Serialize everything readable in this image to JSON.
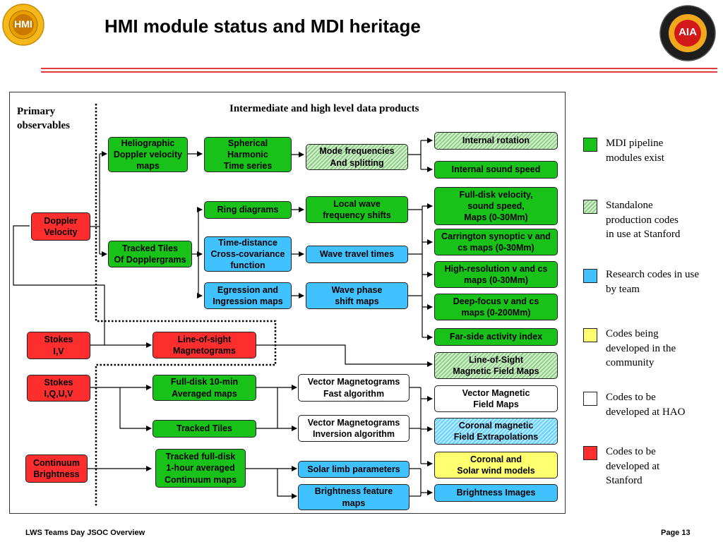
{
  "title": "HMI module status and MDI heritage",
  "logos": {
    "left_text": "HMI",
    "right_text": "AIA"
  },
  "labels": {
    "primary": "Primary\nobservables",
    "intermediate": "Intermediate and high level data products"
  },
  "boxes": {
    "doppler_velocity": "Doppler\nVelocity",
    "stokes_iv": "Stokes\nI,V",
    "stokes_iquv": "Stokes\nI,Q,U,V",
    "continuum_brightness": "Continuum\nBrightness",
    "heliographic": "Heliographic\nDoppler velocity\nmaps",
    "tracked_tiles_doppler": "Tracked Tiles\nOf Dopplergrams",
    "los_magnetograms": "Line-of-sight\nMagnetograms",
    "fulldisk_10min": "Full-disk 10-min\nAveraged maps",
    "tracked_tiles": "Tracked Tiles",
    "tracked_fulldisk": "Tracked full-disk\n1-hour averaged\nContinuum maps",
    "spherical_harmonic": "Spherical\nHarmonic\nTime series",
    "ring_diagrams": "Ring diagrams",
    "time_distance": "Time-distance\nCross-covariance\nfunction",
    "egression": "Egression and\nIngression maps",
    "mode_frequencies": "Mode frequencies\nAnd splitting",
    "local_wave": "Local wave\nfrequency shifts",
    "wave_travel": "Wave travel times",
    "wave_phase": "Wave phase\nshift maps",
    "vector_fast": "Vector Magnetograms\nFast algorithm",
    "vector_inversion": "Vector Magnetograms\nInversion algorithm",
    "solar_limb": "Solar limb parameters",
    "brightness_feature": "Brightness feature\nmaps",
    "internal_rotation": "Internal rotation",
    "internal_sound": "Internal sound speed",
    "fulldisk_velocity": "Full-disk velocity,\nsound speed,\nMaps (0-30Mm)",
    "carrington": "Carrington synoptic v and\ncs maps (0-30Mm)",
    "high_resolution": "High-resolution v and cs\nmaps (0-30Mm)",
    "deep_focus": "Deep-focus v and cs\nmaps (0-200Mm)",
    "far_side": "Far-side activity index",
    "los_field_maps": "Line-of-Sight\nMagnetic Field Maps",
    "vector_field_maps": "Vector Magnetic\nField Maps",
    "coronal_magnetic": "Coronal magnetic\nField Extrapolations",
    "coronal_solar_wind": "Coronal and\nSolar wind models",
    "brightness_images": "Brightness Images"
  },
  "legend": [
    {
      "color": "#19c219",
      "label": "MDI pipeline\nmodules exist"
    },
    {
      "color": "hatch",
      "label": "Standalone\nproduction codes\nin use at Stanford"
    },
    {
      "color": "#3fc2ff",
      "label": "Research codes in use\nby team"
    },
    {
      "color": "#ffff70",
      "label": "Codes being\ndeveloped in the\ncommunity"
    },
    {
      "color": "#ffffff",
      "label": "Codes to be\ndeveloped at HAO"
    },
    {
      "color": "#ff2e2e",
      "label": "Codes to be\ndeveloped at\nStanford"
    }
  ],
  "footer": {
    "left": "LWS Teams Day JSOC Overview",
    "right": "Page 13"
  }
}
